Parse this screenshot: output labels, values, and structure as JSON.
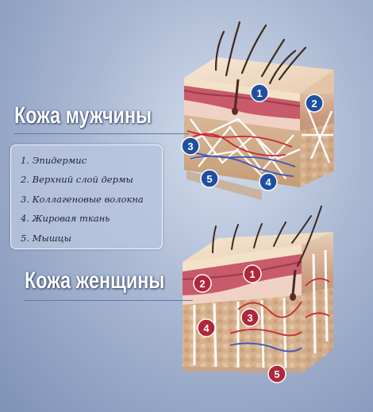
{
  "titles": {
    "male": "Кожа мужчины",
    "female": "Кожа женщины"
  },
  "legend": {
    "items": [
      "1. Эпидермис",
      "2. Верхний слой дермы",
      "3. Коллагеновые волокна",
      "4. Жировая ткань",
      "5. Мышцы"
    ]
  },
  "male_labels": [
    "1",
    "2",
    "3",
    "4",
    "5"
  ],
  "female_labels": [
    "1",
    "2",
    "3",
    "4",
    "5"
  ],
  "colors": {
    "male_badge": "#1f4fa0",
    "female_badge": "#b0263a",
    "background": "#a9b8d2"
  }
}
